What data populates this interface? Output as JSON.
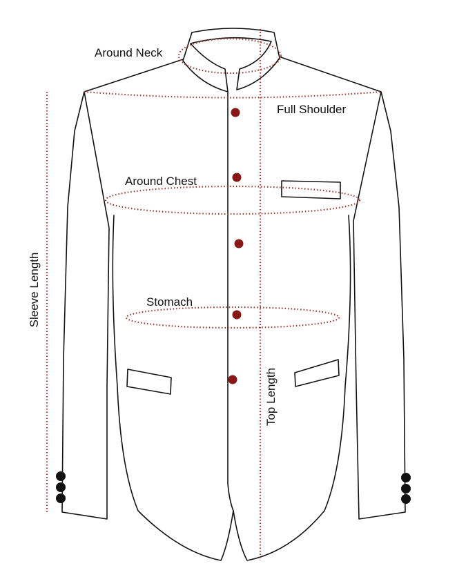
{
  "labels": {
    "around_neck": "Around Neck",
    "full_shoulder": "Full Shoulder",
    "around_chest": "Around Chest",
    "stomach": "Stomach",
    "sleeve_length": "Sleeve Length",
    "top_length": "Top Length"
  },
  "colors": {
    "measure_line": "#a3342c",
    "front_button": "#8b1616",
    "cuff_button": "#111111",
    "outline": "#111111"
  }
}
